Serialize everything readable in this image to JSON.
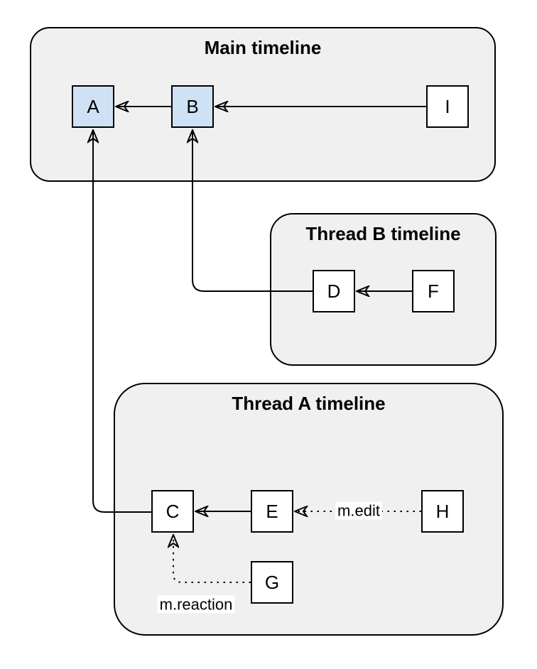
{
  "diagram": {
    "groups": [
      {
        "title": "Main timeline"
      },
      {
        "title": "Thread B timeline"
      },
      {
        "title": "Thread A timeline"
      }
    ],
    "nodes": [
      {
        "label": "A",
        "highlighted": true
      },
      {
        "label": "B",
        "highlighted": true
      },
      {
        "label": "I",
        "highlighted": false
      },
      {
        "label": "D",
        "highlighted": false
      },
      {
        "label": "F",
        "highlighted": false
      },
      {
        "label": "C",
        "highlighted": false
      },
      {
        "label": "E",
        "highlighted": false
      },
      {
        "label": "H",
        "highlighted": false
      },
      {
        "label": "G",
        "highlighted": false
      }
    ],
    "edge_labels": [
      {
        "text": "m.edit"
      },
      {
        "text": "m.reaction"
      }
    ],
    "colors": {
      "group_fill": "#f0f0f0",
      "node_fill": "#ffffff",
      "node_highlight_fill": "#cfe2f5",
      "stroke": "#000000",
      "background": "#ffffff"
    }
  }
}
